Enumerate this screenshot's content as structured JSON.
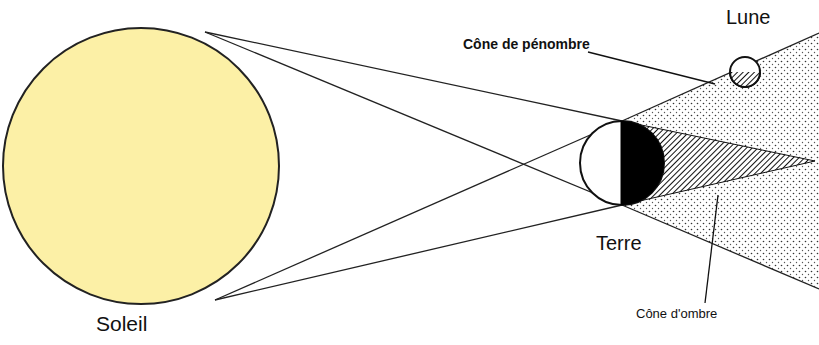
{
  "diagram": {
    "labels": [
      "Lune",
      "Cône de pénombre",
      "Terre",
      "Cône d'ombre",
      "Soleil"
    ]
  }
}
